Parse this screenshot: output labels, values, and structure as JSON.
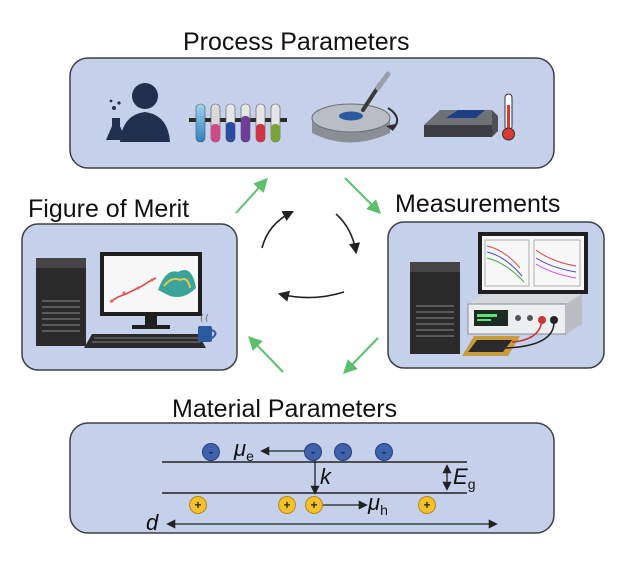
{
  "headers": {
    "process": "Process Parameters",
    "figure": "Figure of Merit",
    "measurements": "Measurements",
    "material": "Material Parameters"
  },
  "icons": {
    "process": [
      "scientist-icon",
      "test-tube-rack-icon",
      "spin-coater-icon",
      "hot-plate-thermometer-icon"
    ],
    "figure": [
      "desktop-computer-icon",
      "coffee-mug-icon"
    ],
    "measurements": [
      "workstation-computer-icon",
      "source-meter-icon",
      "device-sample-icon"
    ]
  },
  "band_diagram": {
    "mu_e": "μ",
    "mu_e_sub": "e",
    "mu_h": "μ",
    "mu_h_sub": "h",
    "k": "k",
    "Eg": "E",
    "Eg_sub": "g",
    "d": "d",
    "electron_symbol": "-",
    "hole_symbol": "+"
  },
  "colors": {
    "panel_fill": "#c5d0ea",
    "panel_stroke": "#3d3f46",
    "green_arrow": "#5cbf6b",
    "electron": "#3f62ad",
    "hole": "#f2c12e"
  }
}
